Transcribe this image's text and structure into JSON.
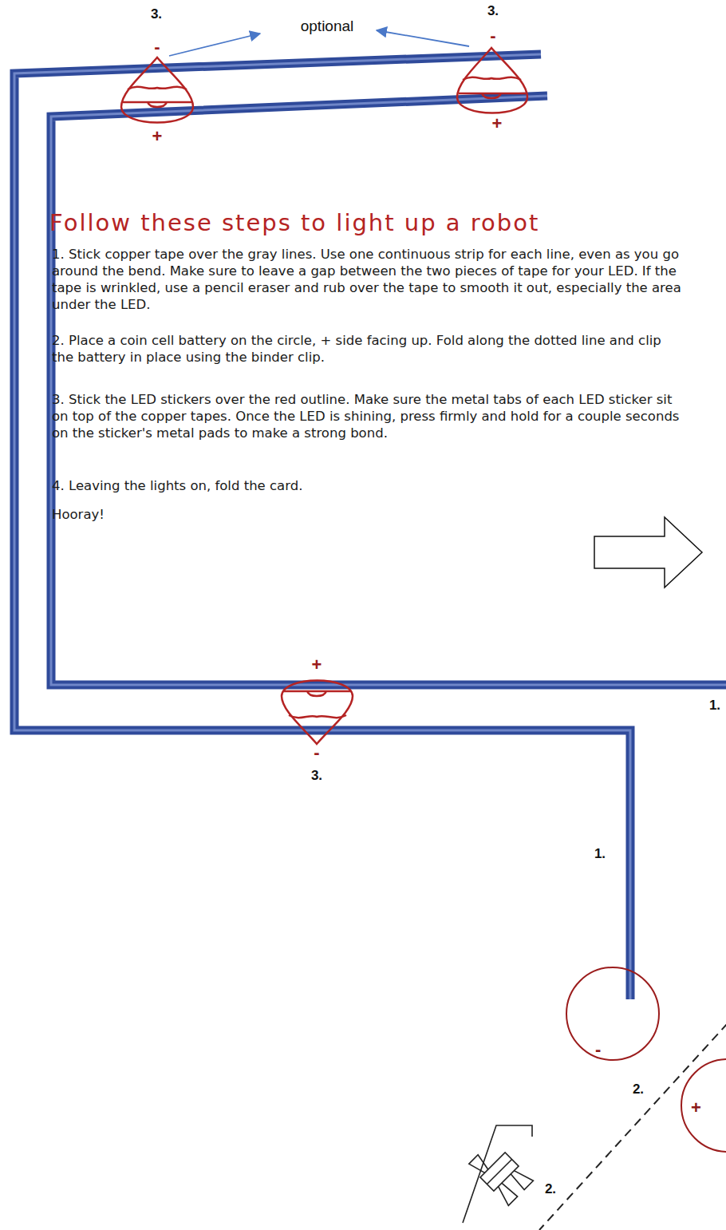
{
  "diagram": {
    "title": "Follow these steps to light up a robot",
    "nodes": [
      {
        "text": [
          "-"
        ]
      },
      {
        "text": [
          "+"
        ]
      }
    ],
    "labels": [
      "3.",
      "optional",
      "3.",
      "-",
      "-",
      "+",
      "+",
      "1. Stick copper tape over the gray lines. Use one continuous strip for each line, even as you go around the bend. Make sure to leave a gap between the two pieces of tape for your LED. If the tape is wrinkled, use a pencil eraser and rub over the tape to smooth it out, especially the area under the LED.",
      "2. Place a coin cell battery on the circle, + side facing up. Fold along the dotted line and clip the battery in place using the binder clip.",
      "3. Stick the LED stickers over the red outline. Make sure the metal tabs of each LED sticker sit on top of the copper tapes. Once the LED is shining, press firmly and hold for a couple seconds on the sticker's metal pads to make a strong bond.",
      "4. Leaving the lights on, fold the card.",
      "Hooray!",
      "+",
      "1.",
      "-",
      "3.",
      "1.",
      "2.",
      "2."
    ]
  }
}
